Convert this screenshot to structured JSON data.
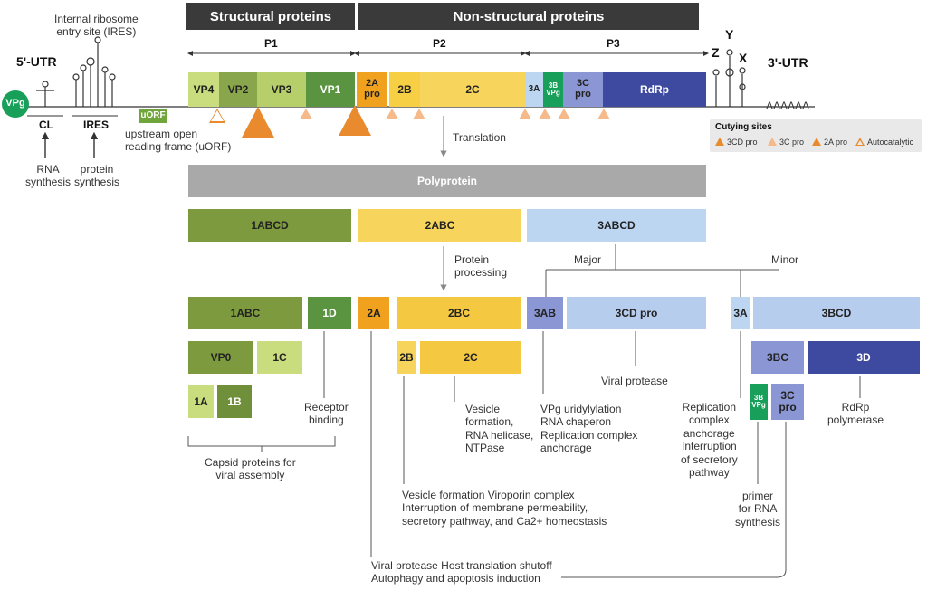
{
  "headers": {
    "structural": "Structural proteins",
    "nonstructural": "Non-structural proteins"
  },
  "regions": {
    "p1": "P1",
    "p2": "P2",
    "p3": "P3"
  },
  "genome": {
    "utr5": "5'-UTR",
    "utr3": "3'-UTR",
    "vpg": "VPg",
    "ires_label": "Internal ribosome\nentry site (IRES)",
    "z": "Z",
    "y": "Y",
    "x": "X",
    "polya": "AAAAAA",
    "uorf": "uORF",
    "uorf_desc": "upstream open\nreading frame (uORF)",
    "cl": "CL",
    "ires": "IRES",
    "rna_synth": "RNA\nsynthesis",
    "prot_synth": "protein\nsynthesis"
  },
  "genes": {
    "vp4": "VP4",
    "vp2": "VP2",
    "vp3": "VP3",
    "vp1": "VP1",
    "pro2a": "2A\npro",
    "g2b": "2B",
    "g2c": "2C",
    "g3a": "3A",
    "g3b": "3B\nVPg",
    "pro3c": "3C\npro",
    "rdrp": "RdRp"
  },
  "legend": {
    "title": "Cutying sites",
    "items": [
      "3CD pro",
      "3C pro",
      "2A pro",
      "Autocatalytic"
    ],
    "colors": [
      "#ea8a2e",
      "#f5b98a",
      "#ea8a2e",
      "#ea8a2e"
    ]
  },
  "flow": {
    "translation": "Translation",
    "processing": "Protein\nprocessing",
    "major": "Major",
    "minor": "Minor"
  },
  "polyprotein": "Polyprotein",
  "level1": {
    "p1": "1ABCD",
    "p2": "2ABC",
    "p3": "3ABCD"
  },
  "products": {
    "abc1": "1ABC",
    "d1": "1D",
    "vp0": "VP0",
    "c1": "1C",
    "a1": "1A",
    "b1": "1B",
    "a2": "2A",
    "bc2": "2BC",
    "b2": "2B",
    "c2": "2C",
    "ab3": "3AB",
    "cd3": "3CD pro",
    "a3": "3A",
    "bcd3": "3BCD",
    "bc3": "3BC",
    "d3": "3D",
    "b3vpg": "3B\nVPg",
    "c3pro": "3C\npro"
  },
  "functions": {
    "receptor": "Receptor\nbinding",
    "capsid": "Capsid proteins for\nviral assembly",
    "vesicle": "Vesicle\nformation,\nRNA helicase,\nNTPase",
    "viroporin": "Vesicle formation Viroporin complex\nInterruption of membrane permeability,\nsecretory pathway, and Ca2+ homeostasis",
    "host_shutoff": "Viral protease Host translation shutoff\nAutophagy and apoptosis induction",
    "viral_protease": "Viral protease",
    "vpg_uridyl": "VPg uridylylation\nRNA chaperon\nReplication complex\nanchorage",
    "replication": "Replication\ncomplex\nanchorage\nInterruption\nof secretory\npathway",
    "primer": "primer\nfor RNA\nsynthesis",
    "rdrp_poly": "RdRp\npolymerase"
  },
  "colors": {
    "green_dark": "#6f8f3a",
    "green_mid": "#8aa64c",
    "green_light": "#b6cf6a",
    "green_vp1": "#5a9440",
    "orange": "#f0a21f",
    "yellow": "#f5c842",
    "yellow_light": "#f7d55c",
    "blue_light": "#bcd6f2",
    "blue_mid": "#8b96d4",
    "blue_dark": "#3d4aa0",
    "vpg_green": "#18a05a",
    "gray": "#a9a9a9",
    "header": "#3a3a3a"
  }
}
